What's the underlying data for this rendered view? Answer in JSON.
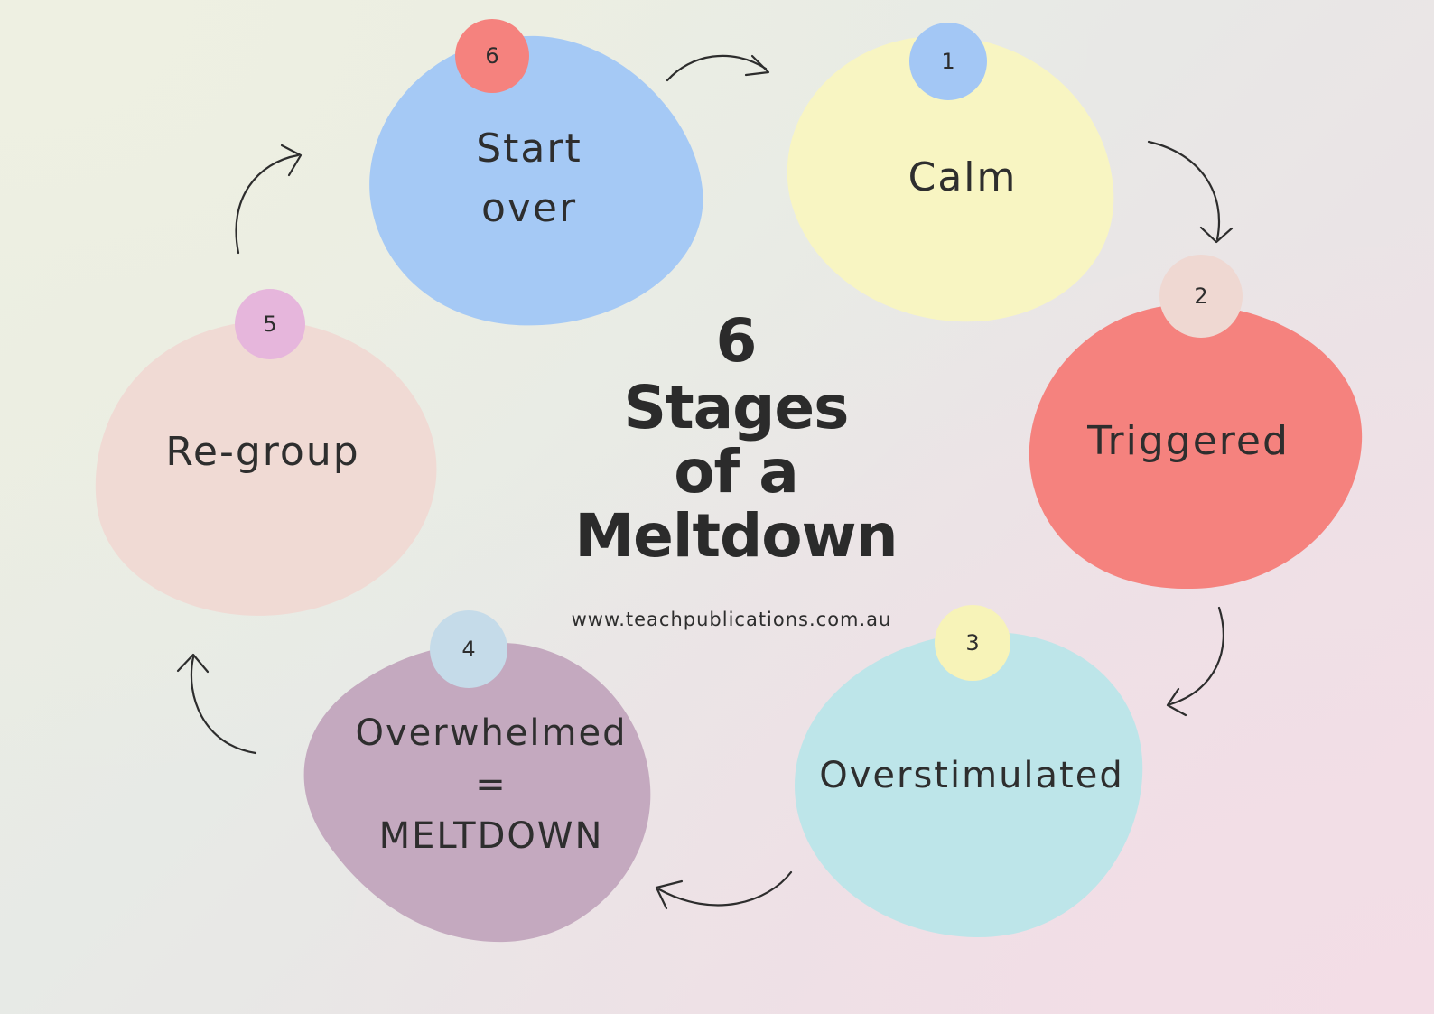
{
  "title": {
    "line1": "6",
    "line2": "Stages",
    "line3": "of a",
    "line4": "Meltdown"
  },
  "website": "www.teachpublications.com.au",
  "stages": [
    {
      "number": "1",
      "label": "Calm",
      "blob_color": "#f8f5c2",
      "badge_color": "#a3c7f5"
    },
    {
      "number": "2",
      "label": "Triggered",
      "blob_color": "#f5827e",
      "badge_color": "#efd8d2"
    },
    {
      "number": "3",
      "label": "Overstimulated",
      "blob_color": "#bde5e9",
      "badge_color": "#f7f3b8"
    },
    {
      "number": "4",
      "label": "Overwhelmed\n=\nMELTDOWN",
      "blob_color": "#c4a9bf",
      "badge_color": "#c5dbe9"
    },
    {
      "number": "5",
      "label": "Re-group",
      "blob_color": "#f0dad4",
      "badge_color": "#e6b6dc"
    },
    {
      "number": "6",
      "label": "Start\nover",
      "blob_color": "#a5c9f5",
      "badge_color": "#f5827e"
    }
  ],
  "arrow_color": "#2d2d2d"
}
